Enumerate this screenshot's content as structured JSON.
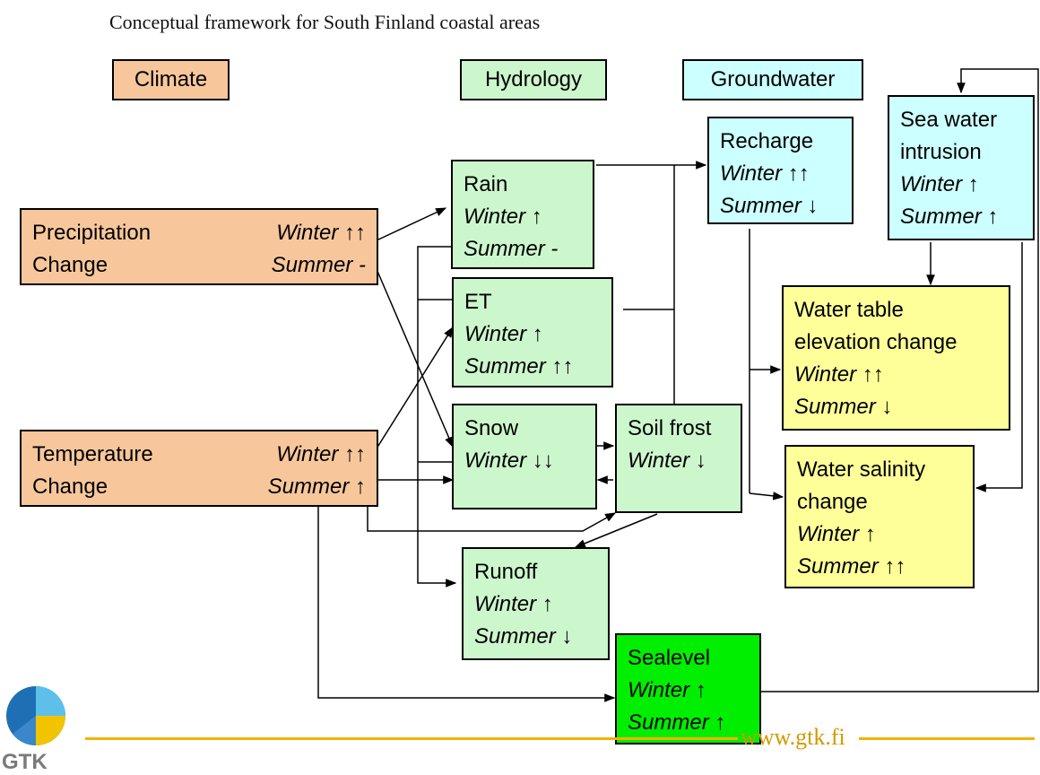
{
  "title": "Conceptual framework for South Finland coastal areas",
  "headers": {
    "climate": "Climate",
    "hydrology": "Hydrology",
    "groundwater": "Groundwater"
  },
  "nodes": {
    "precipitation": {
      "l1": "Precipitation",
      "l2": "Change",
      "w": "Winter ↑↑",
      "s": "Summer -"
    },
    "temperature": {
      "l1": "Temperature",
      "l2": "Change",
      "w": "Winter ↑↑",
      "s": "Summer ↑"
    },
    "rain": {
      "name": "Rain",
      "w": "Winter ↑",
      "s": "Summer -"
    },
    "et": {
      "name": "ET",
      "w": "Winter ↑",
      "s": "Summer ↑↑"
    },
    "snow": {
      "name": "Snow",
      "w": "Winter ↓↓"
    },
    "soil_frost": {
      "name": "Soil frost",
      "w": "Winter ↓"
    },
    "runoff": {
      "name": "Runoff",
      "w": "Winter ↑",
      "s": "Summer ↓"
    },
    "sealevel": {
      "name": "Sealevel",
      "w": "Winter ↑",
      "s": "Summer ↑"
    },
    "recharge": {
      "name": "Recharge",
      "w": "Winter ↑↑",
      "s": "Summer ↓"
    },
    "sea_water": {
      "l1": "Sea water",
      "l2": "intrusion",
      "w": "Winter ↑",
      "s": "Summer ↑"
    },
    "water_table": {
      "l1": "Water table",
      "l2": "elevation change",
      "w": "Winter ↑↑",
      "s": "Summer ↓"
    },
    "salinity": {
      "l1": "Water salinity",
      "l2": "change",
      "w": "Winter ↑",
      "s": "Summer ↑↑"
    }
  },
  "footer": {
    "url": "www.gtk.fi",
    "logo_text": "GTK"
  },
  "colors": {
    "climate": "#f7c79b",
    "hydrology": "#ccf7cc",
    "groundwater": "#ccffff",
    "impact": "#ffff99",
    "sealevel": "#00ee00",
    "footer_line": "#f2b300"
  }
}
